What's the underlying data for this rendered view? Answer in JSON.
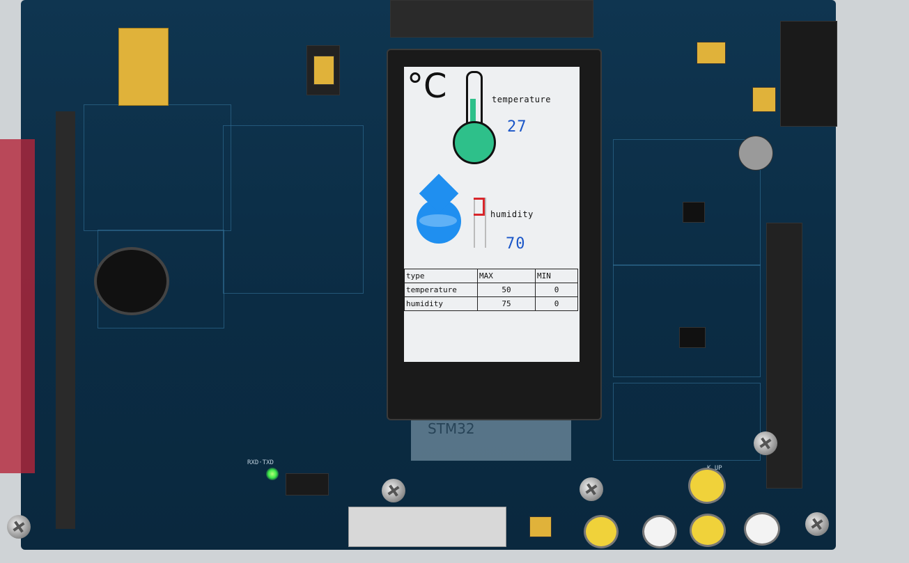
{
  "lcd": {
    "celsius_symbol": "°C",
    "temperature_label": "temperature",
    "temperature_value": "27",
    "humidity_label": "humidity",
    "humidity_value": "70",
    "table": {
      "headers": [
        "type",
        "MAX",
        "MIN"
      ],
      "rows": [
        [
          "temperature",
          "50",
          "0"
        ],
        [
          "humidity",
          "75",
          "0"
        ]
      ]
    }
  },
  "board_text": {
    "module_brand": "STM32",
    "key_label": "K_UP"
  },
  "colors": {
    "thermometer": "#2ec08a",
    "droplet": "#1f8ff0",
    "reading": "#1a56c8",
    "pcb": "#0f3550",
    "led": "#3ee84a"
  }
}
